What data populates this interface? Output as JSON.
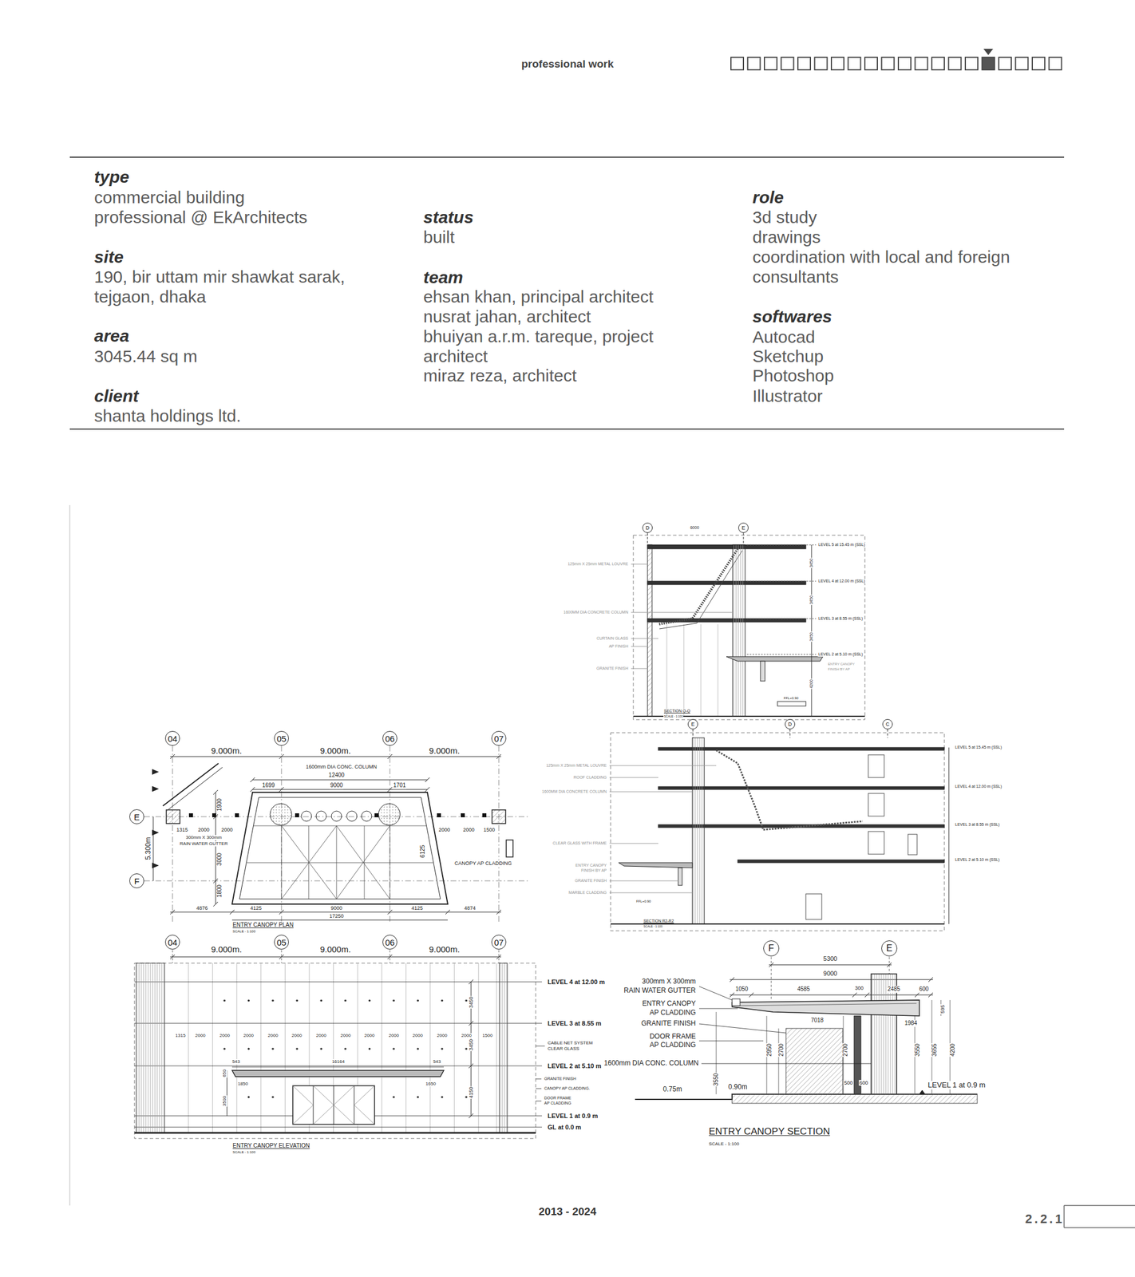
{
  "diagram": {
    "nodes": [
      {
        "text": [
          "D"
        ]
      },
      {
        "text": [
          "E"
        ]
      },
      {
        "text": [
          "E"
        ]
      },
      {
        "text": [
          "D"
        ]
      },
      {
        "text": [
          "C"
        ]
      },
      {
        "text": [
          "04"
        ]
      },
      {
        "text": [
          "05"
        ]
      },
      {
        "text": [
          "06"
        ]
      },
      {
        "text": [
          "07"
        ]
      },
      {
        "text": [
          "E"
        ]
      },
      {
        "text": [
          "F"
        ]
      },
      {
        "text": [
          "04"
        ]
      },
      {
        "text": [
          "05"
        ]
      },
      {
        "text": [
          "06"
        ]
      },
      {
        "text": [
          "07"
        ]
      },
      {
        "text": [
          "F"
        ]
      },
      {
        "text": [
          "E"
        ]
      }
    ],
    "labels": [
      "professional work",
      "type",
      "commercial building",
      "professional @ EkArchitects",
      "site",
      "190, bir uttam mir shawkat sarak, tejgaon, dhaka",
      "area",
      "3045.44 sq m",
      "client",
      "shanta holdings ltd.",
      "status",
      "built",
      "team",
      "ehsan khan, principal architect",
      "nusrat jahan, architect",
      "bhuiyan a.r.m. tareque, project architect",
      "miraz reza, architect",
      "role",
      "3d study",
      "drawings",
      "coordination with local and foreign consultants",
      "softwares",
      "Autocad",
      "Sketchup",
      "Photoshop",
      "Illustrator",
      "6000",
      "LEVEL 5 at 15.45 m (SSL)",
      "125mm X 25mm METAL LOUVRE",
      "3450",
      "LEVEL 4 at 12.00 m (SSL)",
      "3450",
      "1600MM DIA CONCRETE COLUMN",
      "LEVEL 3 at 8.55 m (SSL)",
      "3450",
      "CURTAIN GLASS",
      "AP FINISH",
      "LEVEL 2 at 5.10 m (SSL)",
      "ENTRY CANOPY",
      "FINISH BY AP",
      "GRANITE FINISH",
      "4200",
      "FFL+0.90",
      "SECTION Q-Q",
      "SCALE - 1:100",
      "LEVEL 5 at 15.45 m (SSL)",
      "125mm X 25mm METAL LOUVRE",
      "ROOF CLADDING",
      "LEVEL 4 at 12.00 m (SSL)",
      "1600MM DIA CONCRETE COLUMN",
      "LEVEL 3 at 8.55 m (SSL)",
      "CLEAR GLASS WITH FRAME",
      "LEVEL 2 at 5.10 m (SSL)",
      "ENTRY CANOPY",
      "FINISH BY AP",
      "GRANITE FINISH",
      "MARBLE CLADDING",
      "FFL+0.90",
      "SECTION R2-R2",
      "SCALE - 1:100",
      "9.000m.",
      "9.000m.",
      "9.000m.",
      "1600mm DIA CONC. COLUMN",
      "12400",
      "1699",
      "9000",
      "1701",
      "1900",
      "1315",
      "2000",
      "2000",
      "300mm X 300mm",
      "RAIN WATER GUTTER",
      "2000",
      "2000",
      "1500",
      "5.300m",
      "6125",
      "3000",
      "CANOPY AP CLADDING",
      "1800",
      "4876",
      "4125",
      "9000",
      "4125",
      "4874",
      "17250",
      "ENTRY CANOPY PLAN",
      "SCALE - 1:100",
      "9.000m.",
      "9.000m.",
      "9.000m.",
      "LEVEL 4 at 12.00 m",
      "3450",
      "LEVEL 3 at 8.55 m",
      "1315",
      "2000",
      "2000",
      "2000",
      "2000",
      "2000",
      "2000",
      "2000",
      "2000",
      "2000",
      "2000",
      "2000",
      "2000",
      "1500",
      "CABLE NET SYSTEM",
      "CLEAR GLASS",
      "3450",
      "543",
      "16164",
      "543",
      "LEVEL 2 at 5.10 m",
      "650",
      "GRANITE FINISH",
      "1850",
      "1650",
      "CANOPY AP CLADDING.",
      "4150",
      "DOOR FRAME",
      "AP CLADDING",
      "3500",
      "LEVEL 1 at 0.9 m",
      "GL at 0.0 m",
      "ENTRY CANOPY ELEVATION",
      "SCALE - 1:100",
      "5300",
      "9000",
      "300mm X 300mm",
      "RAIN WATER GUTTER",
      "1050",
      "4585",
      "300",
      "2485",
      "600",
      "ENTRY CANOPY",
      "AP CLADDING",
      "595",
      "7018",
      "GRANITE FINISH",
      "1984",
      "DOOR FRAME",
      "AP CLADDING",
      "3655",
      "4200",
      "2950",
      "2700",
      "2700",
      "3550",
      "1600mm DIA CONC. COLUMN",
      "500",
      "600",
      "3550",
      "LEVEL 1 at 0.9 m",
      "0.90m",
      "0.75m",
      "ENTRY CANOPY SECTION",
      "SCALE - 1:100",
      "2013 - 2024",
      "2.2.1"
    ]
  }
}
